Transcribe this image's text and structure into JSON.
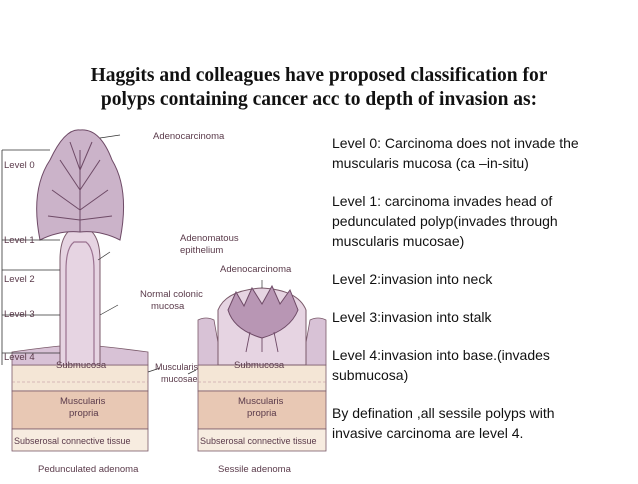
{
  "slide": {
    "title_line1": "Haggits and colleagues have proposed classification for",
    "title_line2": "polyps containing cancer acc to depth of invasion as:"
  },
  "diagram": {
    "levels": [
      "Level 0",
      "Level 1",
      "Level 2",
      "Level 3",
      "Level 4"
    ],
    "labels": {
      "adenocarcinoma_top": "Adenocarcinoma",
      "adenomatous_1": "Adenomatous",
      "adenomatous_2": "epithelium",
      "adenocarcinoma_sessile": "Adenocarcinoma",
      "normal_mucosa_1": "Normal colonic",
      "normal_mucosa_2": "mucosa",
      "submucosa_left": "Submucosa",
      "submucosa_right": "Submucosa",
      "muscularis_mucosae_1": "Muscularis",
      "muscularis_mucosae_2": "mucosae",
      "muscularis_propria_left_1": "Muscularis",
      "muscularis_propria_left_2": "propria",
      "muscularis_propria_right_1": "Muscularis",
      "muscularis_propria_right_2": "propria",
      "subserosal_left": "Subserosal connective tissue",
      "subserosal_right": "Subserosal connective tissue",
      "caption_left": "Pedunculated adenoma",
      "caption_right": "Sessile adenoma"
    },
    "colors": {
      "polyp_fill": "#cbb3c9",
      "polyp_stroke": "#6e4a66",
      "submucosa": "#f4e6d6",
      "muscularis": "#e8c8b4",
      "serosa": "#f7ece0",
      "border": "#7a5a6a"
    }
  },
  "descriptions": [
    {
      "id": "level0",
      "line1": "Level 0: Carcinoma does not invade the",
      "line2": "muscularis mucosa (ca –in-situ)"
    },
    {
      "id": "level1",
      "line1": "Level 1: carcinoma invades head of",
      "line2": "pedunculated polyp(invades through",
      "line3": "muscularis mucosae)"
    },
    {
      "id": "level2",
      "line1": "Level 2:invasion into neck"
    },
    {
      "id": "level3",
      "line1": "Level 3:invasion into stalk"
    },
    {
      "id": "level4",
      "line1": "Level 4:invasion into base.(invades",
      "line2": "submucosa)"
    },
    {
      "id": "sessile",
      "line1": "By defination ,all sessile polyps with",
      "line2": "invasive carcinoma are level 4."
    }
  ]
}
